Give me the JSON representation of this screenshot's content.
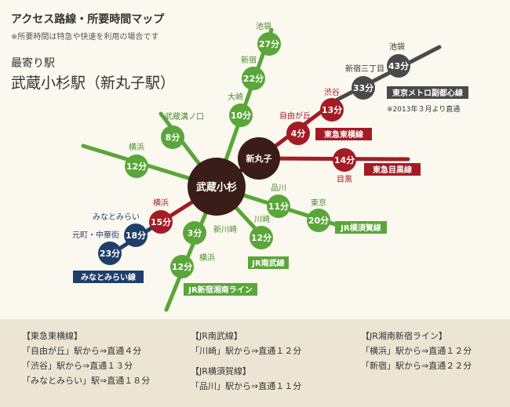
{
  "header": {
    "title": "アクセス路線・所要時間マップ",
    "note": "※所要時間は特急や快速を利用の場合です",
    "nearest_label": "最寄り駅",
    "station_name": "武蔵小杉駅（新丸子駅）"
  },
  "hubs": {
    "musashikosugi": "武蔵小杉",
    "shinmaruko": "新丸子"
  },
  "colors": {
    "green": "#5aa63a",
    "red": "#a31c25",
    "navy": "#1f3f6b",
    "darkgray": "#4a4a4a",
    "hub": "#3a1c18"
  },
  "stops": {
    "ikebukuro_g": {
      "name": "池袋",
      "time": "27分"
    },
    "shinjuku_g": {
      "name": "新宿",
      "time": "22分"
    },
    "osaki": {
      "name": "大崎",
      "time": "10分"
    },
    "musashimizonokuchi": {
      "name": "武蔵溝ノ口",
      "time": "8分"
    },
    "yokohama_g1": {
      "name": "横浜",
      "time": "12分"
    },
    "shinagawa": {
      "name": "品川",
      "time": "11分"
    },
    "tokyo": {
      "name": "東京",
      "time": "20分"
    },
    "kawasaki": {
      "name": "川崎",
      "time": "12分"
    },
    "shinkawasaki": {
      "name": "新川崎",
      "time": "3分"
    },
    "yokohama_g2": {
      "name": "横浜",
      "time": "12分"
    },
    "jiyugaoka": {
      "name": "自由が丘",
      "time": "4分"
    },
    "shibuya": {
      "name": "渋谷",
      "time": "13分"
    },
    "meguro": {
      "name": "目黒",
      "time": "14分"
    },
    "yokohama_r": {
      "name": "横浜",
      "time": "15分"
    },
    "motomachi": {
      "name": "元町・中華街",
      "time": "18分"
    },
    "minatomirai": {
      "name": "みなとみらい",
      "time": "23分"
    },
    "shinjuku3": {
      "name": "新宿三丁目",
      "time": "33分"
    },
    "ikebukuro_d": {
      "name": "池袋",
      "time": "43分"
    }
  },
  "lines": {
    "toyoko": "東急東横線",
    "meguro": "東急目黒線",
    "jr_nambu": "JR南武線",
    "jr_yokosuka": "JR横須賀線",
    "jr_shonan": "JR新宿湘南ライン",
    "minatomirai": "みなとみらい線",
    "fukutoshin": "東京メトロ副都心線",
    "fukutoshin_note": "※2013年３月より直通"
  },
  "legend": {
    "col1": [
      "【東急東横線】",
      "「自由が丘」駅から⇒直通４分",
      "「渋谷」駅から⇒直通１３分",
      "「みなとみらい」駅⇒直通１８分"
    ],
    "col2a": [
      "【JR南武線】",
      "「川崎」駅から⇒直通１２分"
    ],
    "col2b": [
      "【JR横須賀線】",
      "「品川」駅から⇒直通１１分"
    ],
    "col3": [
      "【JR湘南新宿ライン】",
      "「横浜」駅から⇒直通１２分",
      "「新宿」駅から⇒直通２２分"
    ]
  }
}
